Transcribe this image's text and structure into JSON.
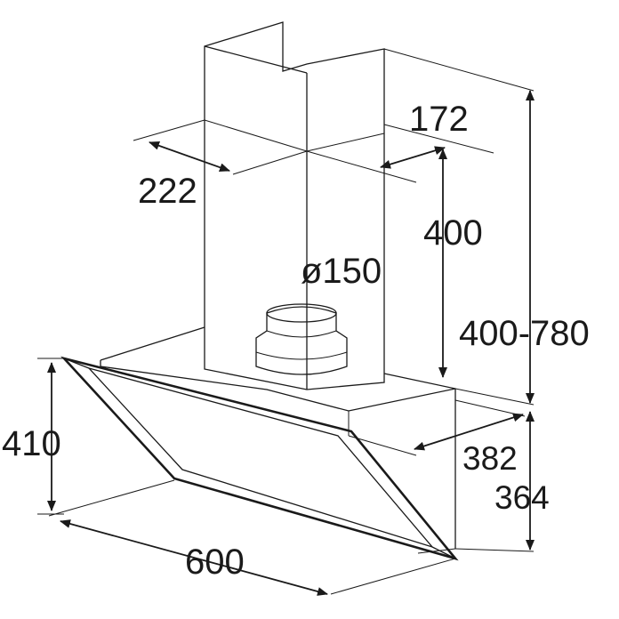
{
  "drawing": {
    "subject": "chimney hood dimension drawing",
    "line_color": "#1a1a1a",
    "background": "#ffffff"
  },
  "dimensions": {
    "chimney_width": "172",
    "chimney_depth": "222",
    "chimney_height": "400",
    "duct_diameter": "ø150",
    "total_height": "400-780",
    "hood_depth": "382",
    "hood_height_right": "364",
    "hood_height_left": "410",
    "hood_width": "600"
  }
}
